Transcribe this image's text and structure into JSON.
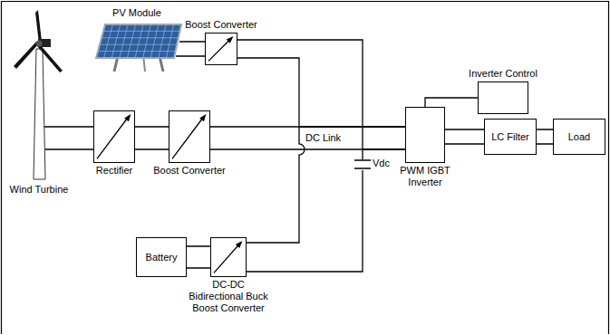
{
  "diagram": {
    "nodes": [
      {
        "text": [
          "PV Module"
        ]
      },
      {
        "text": [
          "Boost Converter"
        ]
      },
      {
        "text": [
          "Inverter Control"
        ]
      },
      {
        "text": [
          "Wind Turbine"
        ]
      },
      {
        "text": [
          "Rectifier"
        ]
      },
      {
        "text": [
          "Boost Converter"
        ]
      },
      {
        "text": [
          "PWM IGBT Inverter"
        ]
      },
      {
        "text": [
          "LC Filter"
        ]
      },
      {
        "text": [
          "Load"
        ]
      },
      {
        "text": [
          "Battery"
        ]
      },
      {
        "text": [
          "DC-DC Bidirectional Buck Boost Converter"
        ]
      }
    ],
    "edges": [
      {
        "from": 0,
        "to": 1,
        "arrow": "none"
      },
      {
        "from": 3,
        "to": 4,
        "arrow": "none"
      },
      {
        "from": 4,
        "to": 5,
        "arrow": "none"
      },
      {
        "from": 5,
        "to": 6,
        "arrow": "none"
      },
      {
        "from": 1,
        "to": 6,
        "arrow": "none"
      },
      {
        "from": 9,
        "to": 10,
        "arrow": "none"
      },
      {
        "from": 10,
        "to": 6,
        "arrow": "none"
      },
      {
        "from": 6,
        "to": 7,
        "arrow": "none"
      },
      {
        "from": 7,
        "to": 8,
        "arrow": "none"
      },
      {
        "from": 2,
        "to": 6,
        "arrow": "none"
      }
    ],
    "labels": [
      "DC Link",
      "Vdc"
    ]
  }
}
